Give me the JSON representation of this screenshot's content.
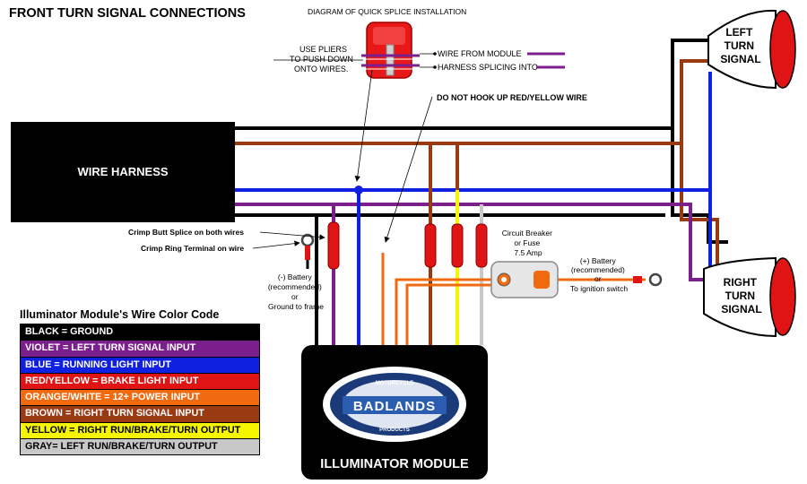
{
  "title": "FRONT TURN SIGNAL CONNECTIONS",
  "splice_diagram": {
    "title": "DIAGRAM OF QUICK SPLICE INSTALLATION",
    "pliers_note": [
      "USE PLIERS",
      "TO PUSH DOWN",
      "ONTO WIRES."
    ],
    "wire_from_module": "WIRE FROM MODULE",
    "harness_splicing": "HARNESS SPLICING INTO"
  },
  "warning_note": "DO NOT HOOK UP RED/YELLOW WIRE",
  "wire_harness_label": "WIRE HARNESS",
  "left_turn_signal": [
    "LEFT",
    "TURN",
    "SIGNAL"
  ],
  "right_turn_signal": [
    "RIGHT",
    "TURN",
    "SIGNAL"
  ],
  "crimp_butt_note": "Crimp Butt Splice on both wires",
  "crimp_ring_note": "Crimp Ring Terminal on wire",
  "neg_battery_note": [
    "(-) Battery",
    "(recommended)",
    "or",
    "Ground to frame"
  ],
  "circuit_breaker_note": [
    "Circuit Breaker",
    "or Fuse",
    "7.5 Amp"
  ],
  "pos_battery_note": [
    "(+) Battery",
    "(recommended)",
    "or",
    "To ignition switch"
  ],
  "module": {
    "title": "ILLUMINATOR MODULE",
    "logo_text": "BADLANDS",
    "logo_ring_top": "MOTORCYCLE",
    "logo_ring_bottom": "PRODUCTS"
  },
  "legend": {
    "title": "Illuminator Module's Wire Color Code",
    "rows": [
      {
        "label": "BLACK = GROUND",
        "bg": "#000000",
        "fg": "#ffffff"
      },
      {
        "label": "VIOLET = LEFT TURN SIGNAL INPUT",
        "bg": "#7b1f8c",
        "fg": "#ffffff"
      },
      {
        "label": "BLUE = RUNNING LIGHT INPUT",
        "bg": "#1020e0",
        "fg": "#ffffff"
      },
      {
        "label": "RED/YELLOW = BRAKE LIGHT INPUT",
        "bg": "#e01414",
        "fg": "#ffffff"
      },
      {
        "label": "ORANGE/WHITE = 12+ POWER INPUT",
        "bg": "#f26a10",
        "fg": "#ffffff"
      },
      {
        "label": "BROWN = RIGHT TURN SIGNAL INPUT",
        "bg": "#9a3a12",
        "fg": "#ffffff"
      },
      {
        "label": "YELLOW = RIGHT RUN/BRAKE/TURN OUTPUT",
        "bg": "#f6f600",
        "fg": "#000000"
      },
      {
        "label": "GRAY= LEFT RUN/BRAKE/TURN OUTPUT",
        "bg": "#c8c8c8",
        "fg": "#000000"
      }
    ]
  },
  "wire_colors": {
    "black": "#000000",
    "violet": "#7b1f8c",
    "blue": "#1020e0",
    "brown": "#9a3a12",
    "red": "#e01414",
    "orange": "#f26a10",
    "yellow": "#f6f600",
    "gray": "#c8c8c8"
  }
}
